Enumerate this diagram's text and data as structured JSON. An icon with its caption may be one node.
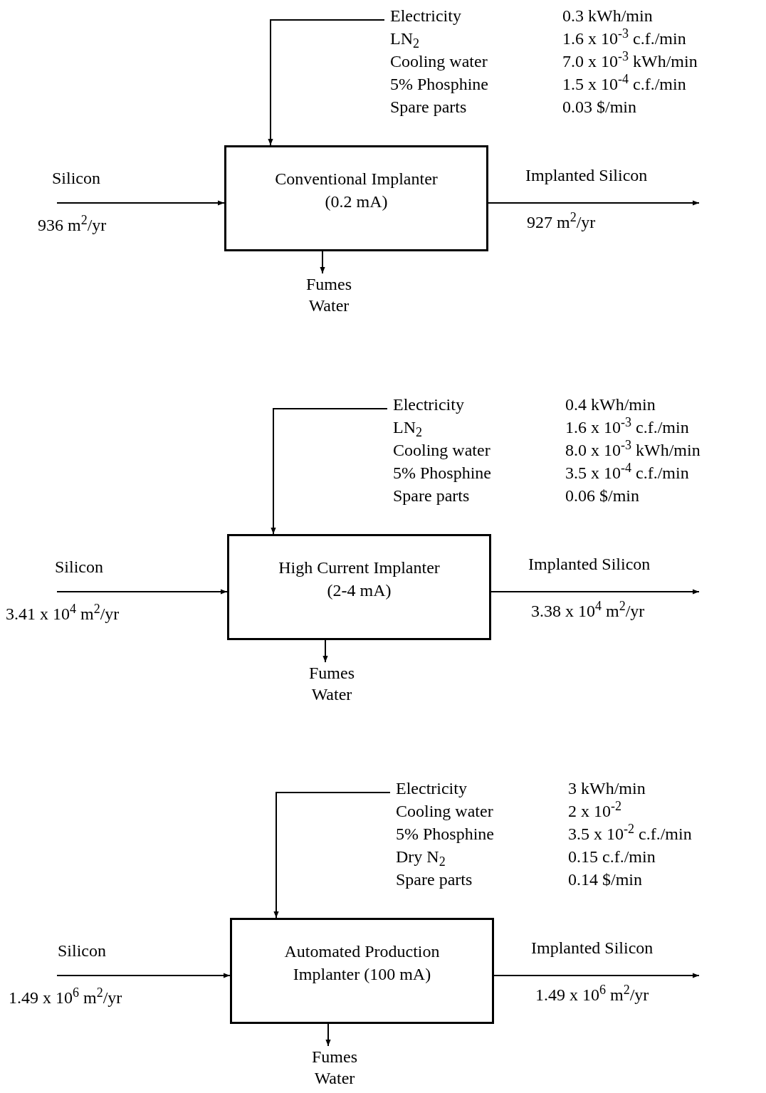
{
  "diagram": {
    "nodes": [
      {
        "text": [
          "Electricity",
          "LN$_{2}$",
          "Cooling water",
          "5% Phosphine",
          "Spare parts"
        ],
        "beside": [
          "0.3 kWh/min",
          "1.6 x 10$^{-3}$ c.f./min",
          "7.0 x 10$^{-3}$ kWh/min",
          "1.5 x 10$^{-4}$ c.f./min",
          "0.03 $/min"
        ]
      },
      {
        "text": [
          "Conventional Implanter (0.2 mA)"
        ]
      },
      {
        "text": [
          "Fumes",
          "Water"
        ]
      },
      {
        "text": [
          "Electricity",
          "LN$_{2}$",
          "Cooling water",
          "5% Phosphine",
          "Spare parts"
        ],
        "beside": [
          "0.4 kWh/min",
          "1.6 x 10$^{-3}$ c.f./min",
          "8.0 x 10$^{-3}$ kWh/min",
          "3.5 x 10$^{-4}$ c.f./min",
          "0.06 $/min"
        ]
      },
      {
        "text": [
          "High Current Implanter (2-4 mA)"
        ]
      },
      {
        "text": [
          "Fumes",
          "Water"
        ]
      },
      {
        "text": [
          "Electricity",
          "Cooling water",
          "5% Phosphine",
          "Dry N$_{2}$",
          "Spare parts"
        ],
        "beside": [
          "3 kWh/min",
          "2 x 10$^{-2}$",
          "3.5 x 10$^{-2}$ c.f./min",
          "0.15 c.f./min",
          "0.14 $/min"
        ]
      },
      {
        "text": [
          "Automated Production Implanter (100 mA)"
        ]
      },
      {
        "text": [
          "Fumes",
          "Water"
        ]
      }
    ],
    "edges": [
      {
        "from": 0,
        "to": 1,
        "arrow": "to"
      },
      {
        "from": null,
        "to": 1,
        "arrow": "to"
      },
      {
        "from": 1,
        "to": null,
        "arrow": "to"
      },
      {
        "from": 1,
        "to": 2,
        "arrow": "to"
      },
      {
        "from": 3,
        "to": 4,
        "arrow": "to"
      },
      {
        "from": null,
        "to": 4,
        "arrow": "to"
      },
      {
        "from": 4,
        "to": null,
        "arrow": "to"
      },
      {
        "from": 4,
        "to": 5,
        "arrow": "to"
      },
      {
        "from": 6,
        "to": 7,
        "arrow": "to"
      },
      {
        "from": null,
        "to": 7,
        "arrow": "to"
      },
      {
        "from": 7,
        "to": null,
        "arrow": "to"
      },
      {
        "from": 7,
        "to": 8,
        "arrow": "to"
      }
    ],
    "labels": [
      "Silicon",
      "936 m$^{2}$/yr",
      "Implanted Silicon",
      "927 m$^{2}$/yr",
      "Silicon",
      "3.41 x 10$^{4}$ m$^{2}$/yr",
      "Implanted Silicon",
      "3.38 x 10$^{4}$ m$^{2}$/yr",
      "Silicon",
      "1.49 x 10$^{6}$ m$^{2}$/yr",
      "Implanted Silicon",
      "1.49 x 10$^{6}$ m$^{2}$/yr"
    ]
  }
}
